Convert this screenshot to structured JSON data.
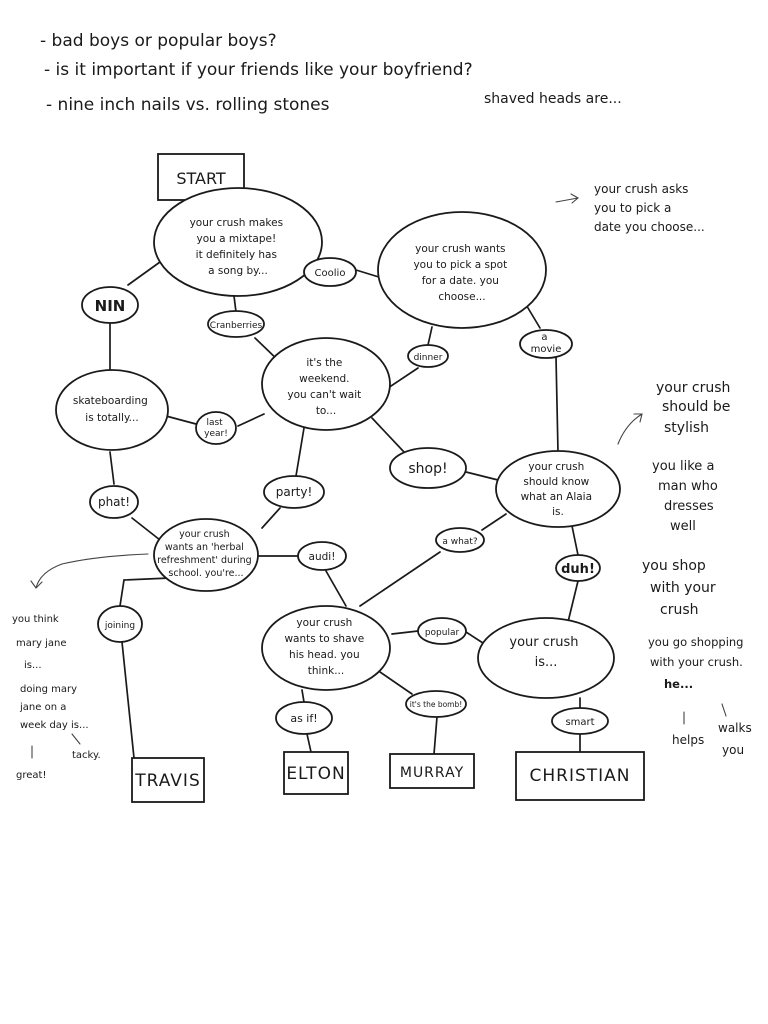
{
  "header_notes": [
    "- bad boys or popular boys?",
    "- is it important if your friends like your boyfriend?",
    "- nine inch nails vs. rolling stones",
    "shaved heads are..."
  ],
  "start_label": "START",
  "nodes": {
    "mixtape": [
      "your crush makes",
      "you a mixtape!",
      "it definitely has",
      "a song by..."
    ],
    "date": [
      "your crush wants",
      "you to pick a spot",
      "for a date. you",
      "choose..."
    ],
    "skateboarding": [
      "skateboarding",
      "is totally..."
    ],
    "weekend": [
      "it's the",
      "weekend.",
      "you can't wait",
      "to..."
    ],
    "alaia": [
      "your crush",
      "should know",
      "what an Alaia",
      "is."
    ],
    "herbal": [
      "your crush",
      "wants an 'herbal",
      "refreshment' during",
      "school. you're..."
    ],
    "shave": [
      "your crush",
      "wants to shave",
      "his head. you",
      "think..."
    ],
    "crush_is": [
      "your crush",
      "is..."
    ]
  },
  "labels": {
    "nin": "NIN",
    "cranberries": "Cranberries",
    "coolio": "Coolio",
    "dinner": "dinner",
    "movie": [
      "a",
      "movie"
    ],
    "last_year": [
      "last",
      "year!"
    ],
    "phat": "phat!",
    "party": "party!",
    "shop": "shop!",
    "a_what": "a what?",
    "duh": "duh!",
    "audi": "audi!",
    "popular": "popular",
    "joining": "joining",
    "as_if": "as if!",
    "rebound": "it's the bomb!",
    "smart": "smart"
  },
  "endpoints": {
    "travis": "TRAVIS",
    "elton": "ELTON",
    "murray": "MURRAY",
    "christian": "CHRISTIAN"
  },
  "side_notes": {
    "date_note": [
      "your crush asks",
      "you to pick a",
      "date you choose..."
    ],
    "stylish_note": [
      "your crush",
      "should be",
      "stylish"
    ],
    "dresses_note": [
      "you like a",
      "man who",
      "dresses",
      "well"
    ],
    "shop_note": [
      "you shop",
      "with your",
      "crush"
    ],
    "shopping_note": [
      "you go shopping",
      "with your crush.",
      "he..."
    ],
    "helps_note": [
      "helps",
      "walks",
      "you"
    ],
    "maryjane_note": [
      "you think",
      "mary jane",
      "is...",
      "doing mary",
      "jane on a",
      "week day is..."
    ],
    "great": "great!",
    "tacky": "tacky."
  },
  "colors": {
    "ink": "#1a1a1a",
    "paper": "#ffffff"
  }
}
